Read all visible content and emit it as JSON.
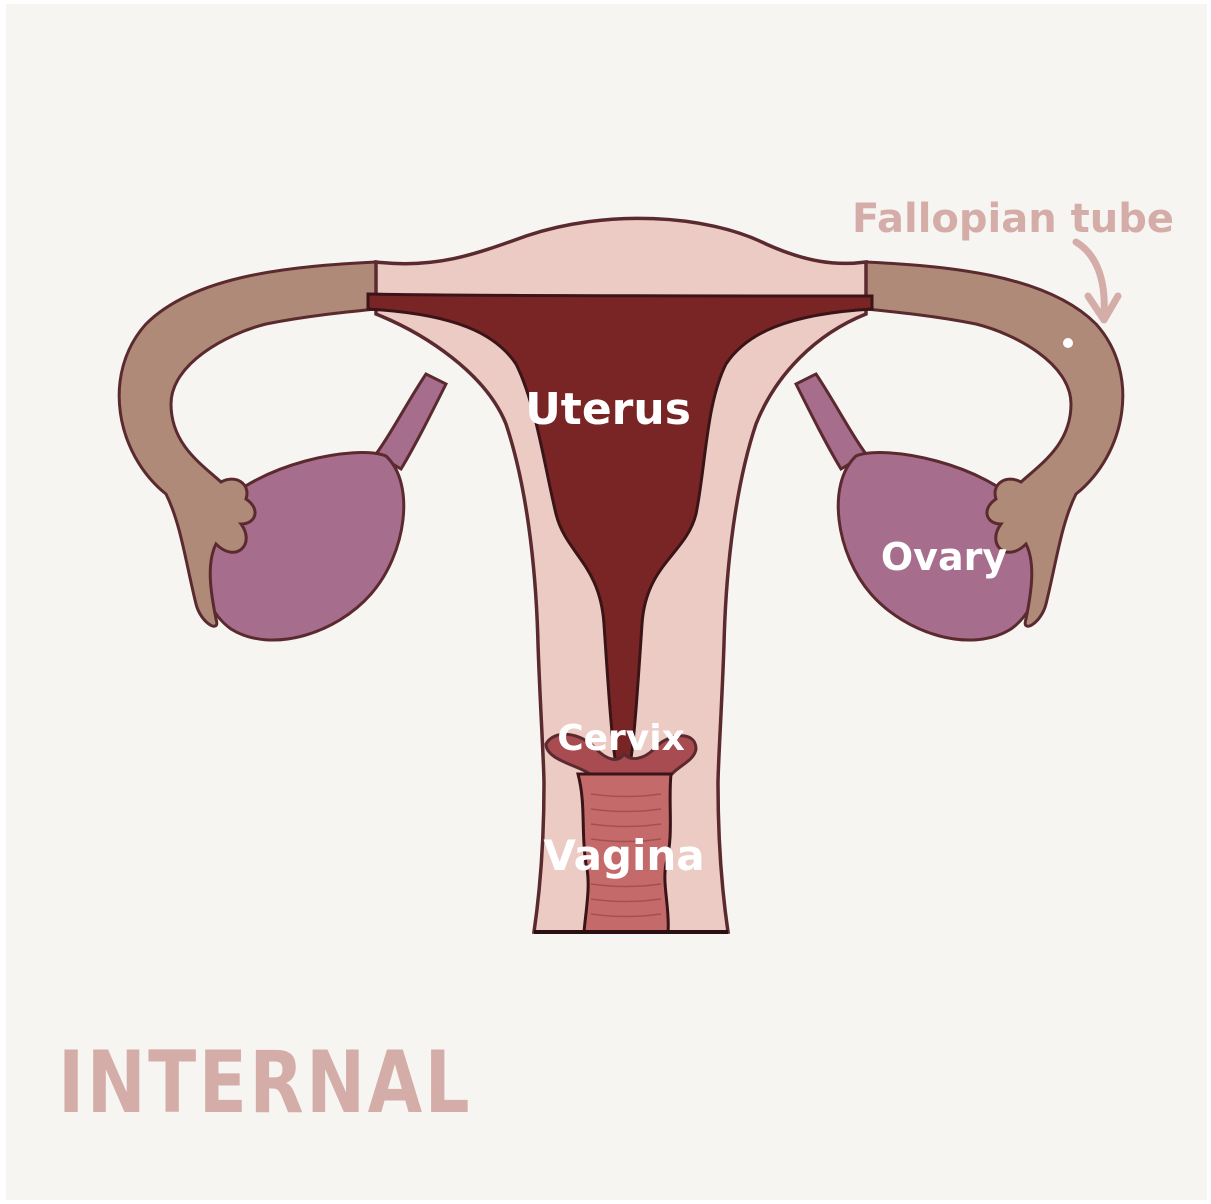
{
  "labels": {
    "uterus": "Uterus",
    "ovary": "Ovary",
    "cervix": "Cervix",
    "vagina": "Vagina",
    "fallopian_tube": "Fallopian tube"
  },
  "title": "INTERNAL",
  "colors": {
    "background": "#f7f5f2",
    "outline": "#5a2a2f",
    "uterus_wall": "#eccbc4",
    "uterine_cavity": "#7a2525",
    "fallopian_tube": "#b08a78",
    "ovary": "#a66d8c",
    "cervix": "#a94c52",
    "vagina_canal": "#c46a6a",
    "title_text": "#d4ada8",
    "callout_text": "#d4ada8"
  }
}
